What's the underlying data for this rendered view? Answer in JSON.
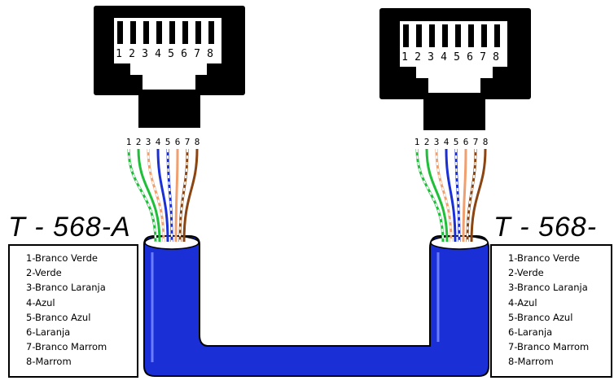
{
  "standard_label": "T - 568-A",
  "pin_numbers": [
    "1",
    "2",
    "3",
    "4",
    "5",
    "6",
    "7",
    "8"
  ],
  "wires": [
    {
      "pin": "1",
      "label": "1-Branco Verde",
      "color": "#1fbf3a",
      "striped": true
    },
    {
      "pin": "2",
      "label": "2-Verde",
      "color": "#1fbf3a",
      "striped": false
    },
    {
      "pin": "3",
      "label": "3-Branco Laranja",
      "color": "#f0a070",
      "striped": true
    },
    {
      "pin": "4",
      "label": "4-Azul",
      "color": "#1a2fd6",
      "striped": false
    },
    {
      "pin": "5",
      "label": "5-Branco Azul",
      "color": "#1a2fd6",
      "striped": true
    },
    {
      "pin": "6",
      "label": "6-Laranja",
      "color": "#f0a070",
      "striped": false
    },
    {
      "pin": "7",
      "label": "7-Branco Marrom",
      "color": "#8b4513",
      "striped": true
    },
    {
      "pin": "8",
      "label": "8-Marrom",
      "color": "#8b4513",
      "striped": false
    }
  ],
  "cable_color": "#1a2fd6",
  "jack_color": "#000000"
}
